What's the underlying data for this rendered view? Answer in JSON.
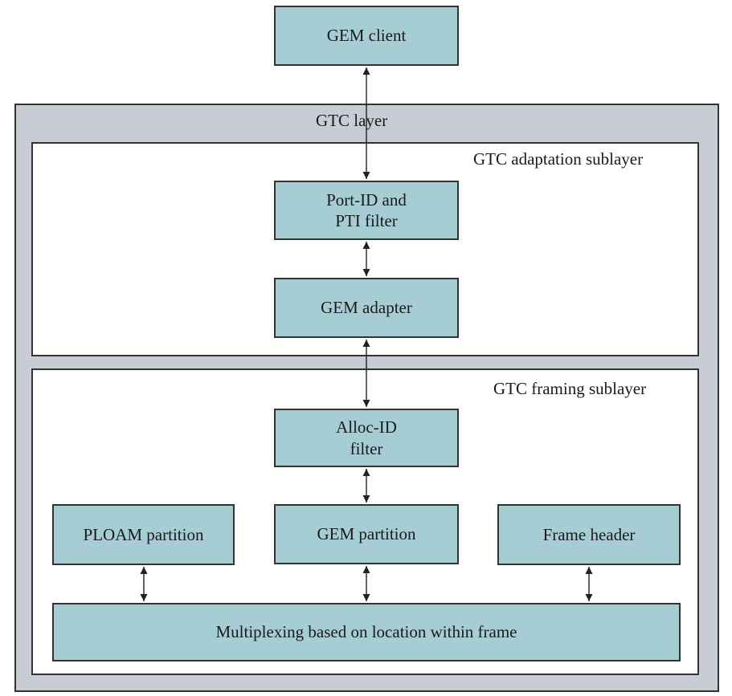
{
  "labels": {
    "gtc_layer": "GTC layer",
    "adaptation_sublayer": "GTC adaptation sublayer",
    "framing_sublayer": "GTC framing sublayer"
  },
  "blocks": {
    "gem_client": "GEM client",
    "port_id_filter": "Port-ID and\nPTI filter",
    "gem_adapter": "GEM adapter",
    "alloc_id_filter": "Alloc-ID\nfilter",
    "ploam_partition": "PLOAM partition",
    "gem_partition": "GEM partition",
    "frame_header": "Frame header",
    "multiplexing": "Multiplexing based on location within frame"
  },
  "colors": {
    "block_fill": "#a7cdd4",
    "layer_fill": "#c9ccd4",
    "sublayer_fill": "#ffffff",
    "stroke": "#333333"
  }
}
